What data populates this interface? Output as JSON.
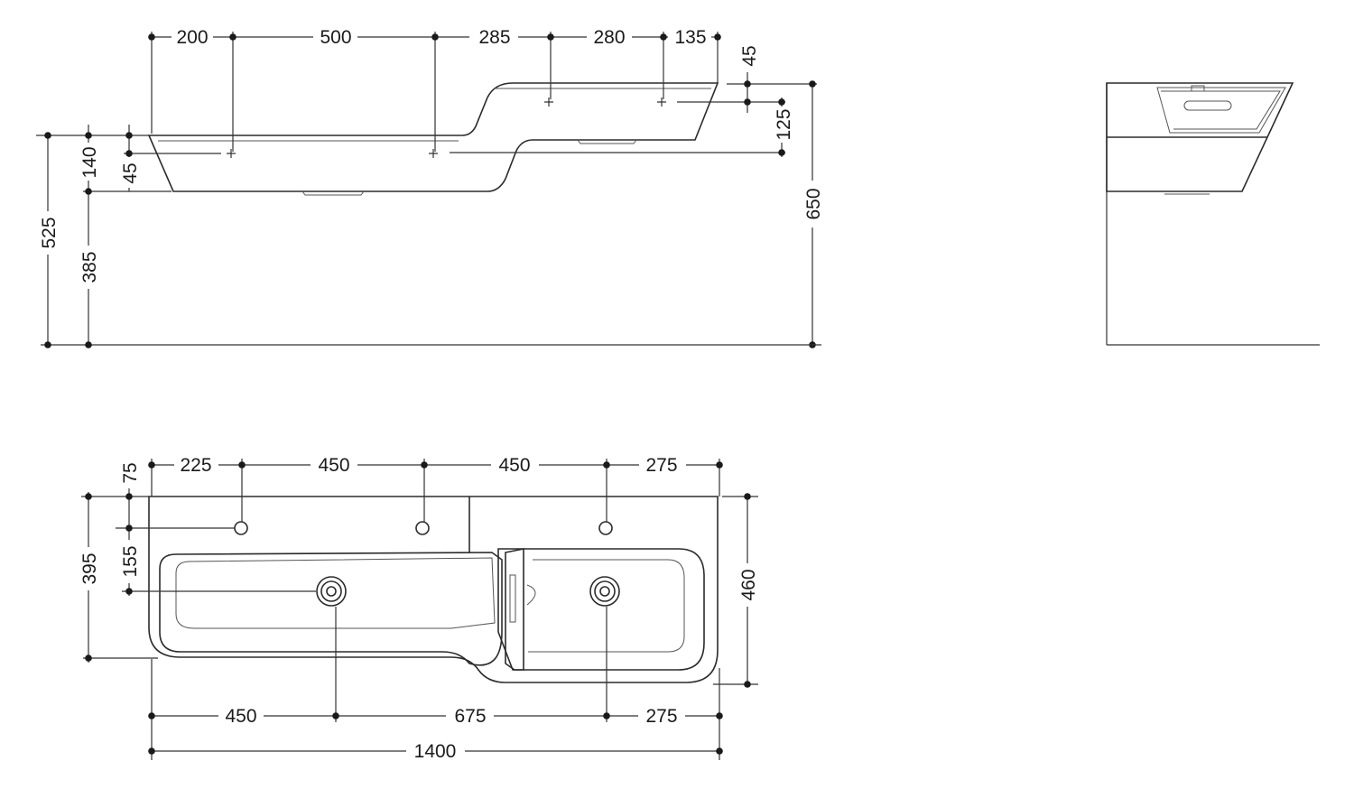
{
  "front_view": {
    "top_dims": [
      "200",
      "500",
      "285",
      "280",
      "135"
    ],
    "right_dims": [
      "45",
      "125"
    ],
    "height_total": "650",
    "left_dims": [
      "140",
      "45",
      "525",
      "385"
    ]
  },
  "plan_view": {
    "top_dims": [
      "225",
      "450",
      "450",
      "275"
    ],
    "left_dims": [
      "75",
      "395",
      "155"
    ],
    "right_dim": "460",
    "bottom_dims": [
      "450",
      "675",
      "275"
    ],
    "overall_width": "1400"
  }
}
